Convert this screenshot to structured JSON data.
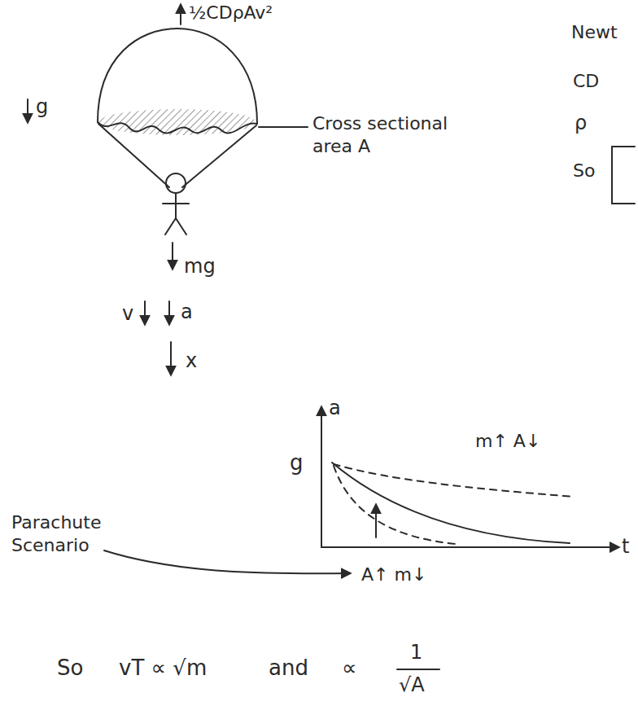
{
  "diagram": {
    "labels": [
      "½CDρAv²",
      "Newt",
      "Cross sectional area A",
      "CD",
      "g",
      "ρ",
      "So",
      "mg",
      "v",
      "a",
      "x",
      "a",
      "g",
      "m↑ A↓",
      "t",
      "Parachute Scenario",
      "A↑ m↓",
      "So",
      "vT ∝ √m",
      "and",
      "∝",
      "1",
      "√A"
    ]
  }
}
